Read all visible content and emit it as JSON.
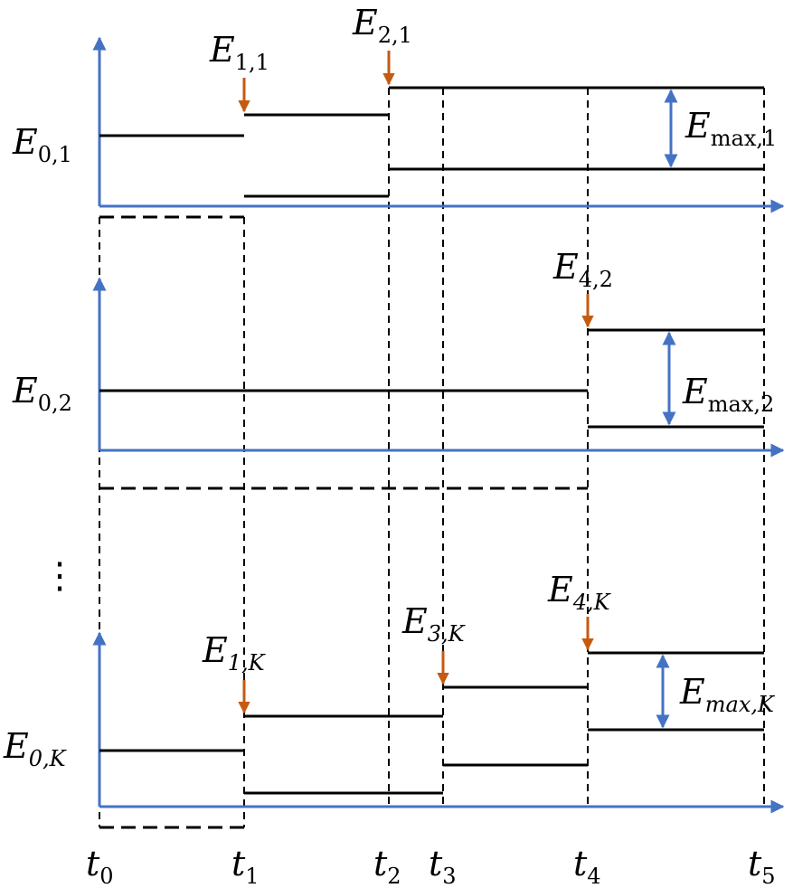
{
  "panel1": {
    "y_label": {
      "main": "E",
      "sub": "0,1"
    },
    "markers": [
      {
        "main": "E",
        "sub": "1,1"
      },
      {
        "main": "E",
        "sub": "2,1"
      }
    ],
    "range": {
      "main": "E",
      "sub": "max,1"
    }
  },
  "panel2": {
    "y_label": {
      "main": "E",
      "sub": "0,2"
    },
    "markers": [
      {
        "main": "E",
        "sub": "4,2"
      }
    ],
    "range": {
      "main": "E",
      "sub": "max,2"
    }
  },
  "ellipsis": "⋮",
  "panelK": {
    "y_label": {
      "main": "E",
      "sub": "0,K"
    },
    "markers": [
      {
        "main": "E",
        "sub": "1,K"
      },
      {
        "main": "E",
        "sub": "3,K"
      },
      {
        "main": "E",
        "sub": "4,K"
      }
    ],
    "range": {
      "main": "E",
      "sub": "max,K"
    }
  },
  "time_labels": [
    {
      "main": "t",
      "sub": "0"
    },
    {
      "main": "t",
      "sub": "1"
    },
    {
      "main": "t",
      "sub": "2"
    },
    {
      "main": "t",
      "sub": "3"
    },
    {
      "main": "t",
      "sub": "4"
    },
    {
      "main": "t",
      "sub": "5"
    }
  ],
  "colors": {
    "axis": "#4472c4",
    "event_arrow": "#c55a11",
    "level": "#000000"
  }
}
